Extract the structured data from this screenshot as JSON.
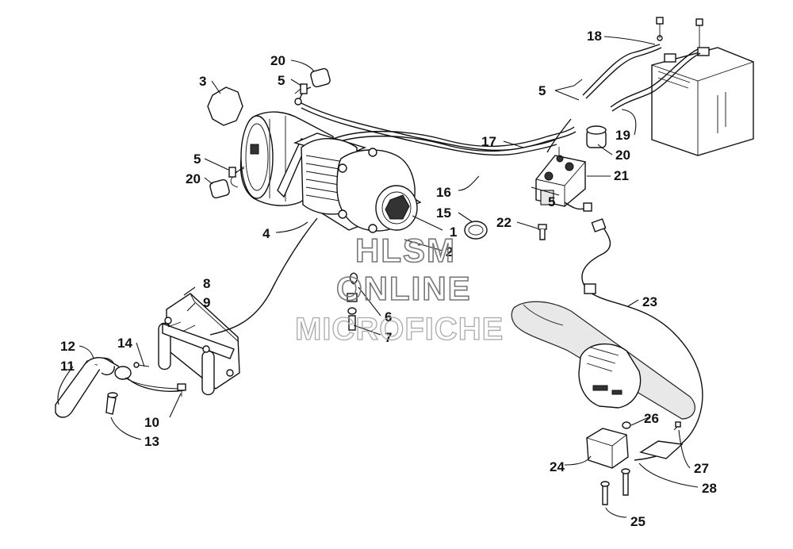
{
  "watermark": {
    "line1": "HLSM",
    "line2": "ONLINE",
    "line3": "MICROFICHE"
  },
  "callouts": [
    {
      "id": "1",
      "label": "1"
    },
    {
      "id": "2",
      "label": "2"
    },
    {
      "id": "3",
      "label": "3"
    },
    {
      "id": "4",
      "label": "4"
    },
    {
      "id": "5a",
      "label": "5"
    },
    {
      "id": "5b",
      "label": "5"
    },
    {
      "id": "5c",
      "label": "5"
    },
    {
      "id": "5d",
      "label": "5"
    },
    {
      "id": "6",
      "label": "6"
    },
    {
      "id": "7",
      "label": "7"
    },
    {
      "id": "8",
      "label": "8"
    },
    {
      "id": "9",
      "label": "9"
    },
    {
      "id": "10",
      "label": "10"
    },
    {
      "id": "11",
      "label": "11"
    },
    {
      "id": "12",
      "label": "12"
    },
    {
      "id": "13",
      "label": "13"
    },
    {
      "id": "14",
      "label": "14"
    },
    {
      "id": "15",
      "label": "15"
    },
    {
      "id": "16",
      "label": "16"
    },
    {
      "id": "17",
      "label": "17"
    },
    {
      "id": "18",
      "label": "18"
    },
    {
      "id": "19",
      "label": "19"
    },
    {
      "id": "20a",
      "label": "20"
    },
    {
      "id": "20b",
      "label": "20"
    },
    {
      "id": "20c",
      "label": "20"
    },
    {
      "id": "21",
      "label": "21"
    },
    {
      "id": "22",
      "label": "22"
    },
    {
      "id": "23",
      "label": "23"
    },
    {
      "id": "24",
      "label": "24"
    },
    {
      "id": "25",
      "label": "25"
    },
    {
      "id": "26",
      "label": "26"
    },
    {
      "id": "27",
      "label": "27"
    },
    {
      "id": "28",
      "label": "28"
    }
  ]
}
